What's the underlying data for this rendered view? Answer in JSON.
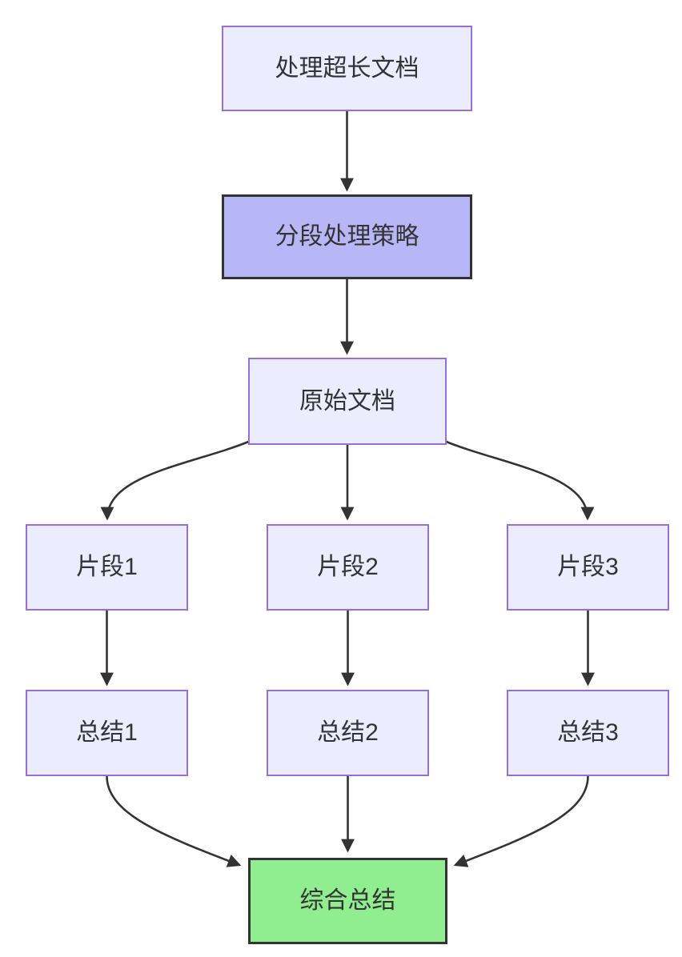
{
  "diagram": {
    "type": "flowchart",
    "direction": "top-down",
    "nodes": [
      {
        "id": "a",
        "label": "处理超长文档",
        "style": "default"
      },
      {
        "id": "b",
        "label": "分段处理策略",
        "style": "highlight"
      },
      {
        "id": "c",
        "label": "原始文档",
        "style": "default"
      },
      {
        "id": "d1",
        "label": "片段1",
        "style": "default"
      },
      {
        "id": "d2",
        "label": "片段2",
        "style": "default"
      },
      {
        "id": "d3",
        "label": "片段3",
        "style": "default"
      },
      {
        "id": "e1",
        "label": "总结1",
        "style": "default"
      },
      {
        "id": "e2",
        "label": "总结2",
        "style": "default"
      },
      {
        "id": "e3",
        "label": "总结3",
        "style": "default"
      },
      {
        "id": "f",
        "label": "综合总结",
        "style": "success"
      }
    ],
    "edges": [
      {
        "from": "a",
        "to": "b"
      },
      {
        "from": "b",
        "to": "c"
      },
      {
        "from": "c",
        "to": "d1"
      },
      {
        "from": "c",
        "to": "d2"
      },
      {
        "from": "c",
        "to": "d3"
      },
      {
        "from": "d1",
        "to": "e1"
      },
      {
        "from": "d2",
        "to": "e2"
      },
      {
        "from": "d3",
        "to": "e3"
      },
      {
        "from": "e1",
        "to": "f"
      },
      {
        "from": "e2",
        "to": "f"
      },
      {
        "from": "e3",
        "to": "f"
      }
    ],
    "colors": {
      "node_fill": "#ECECFF",
      "node_border": "#9370DB",
      "highlight_fill": "#B7B7F7",
      "highlight_border": "#333333",
      "success_fill": "#90EE90",
      "success_border": "#333333",
      "edge": "#333333",
      "text": "#333333",
      "background": "#FFFFFF"
    }
  }
}
